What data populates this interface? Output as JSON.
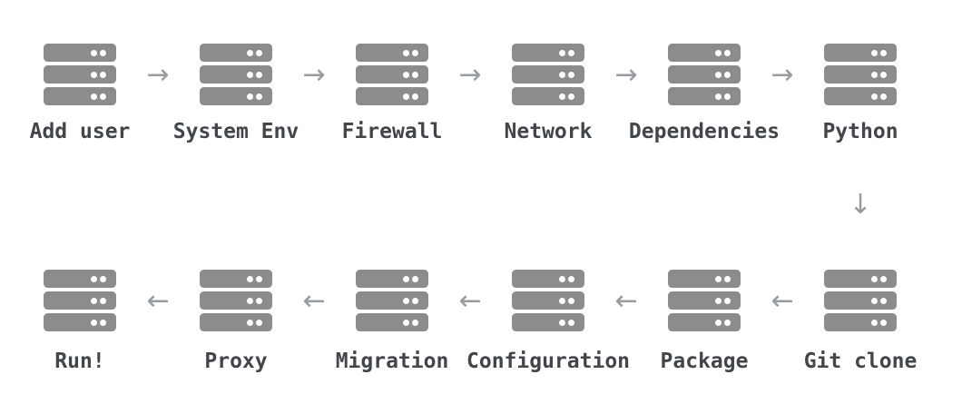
{
  "diagram": {
    "connector_glyph": "↓",
    "rows": [
      {
        "direction": "right",
        "arrow_glyph": "→",
        "nodes": [
          {
            "label": "Add user"
          },
          {
            "label": "System Env"
          },
          {
            "label": "Firewall"
          },
          {
            "label": "Network"
          },
          {
            "label": "Dependencies"
          },
          {
            "label": "Python"
          }
        ]
      },
      {
        "direction": "left",
        "arrow_glyph": "←",
        "nodes": [
          {
            "label": "Run!"
          },
          {
            "label": "Proxy"
          },
          {
            "label": "Migration"
          },
          {
            "label": "Configuration"
          },
          {
            "label": "Package"
          },
          {
            "label": "Git clone"
          }
        ]
      }
    ]
  },
  "icons": {
    "node_icon": "server-stack-icon",
    "row1_arrow_icon": "arrow-right-icon",
    "row2_arrow_icon": "arrow-left-icon",
    "connector_icon": "arrow-down-icon"
  },
  "colors": {
    "background": "#ffffff",
    "server_fill": "#8c8c8c",
    "dot_fill": "#ffffff",
    "arrow": "#979ca1",
    "label_text": "#42464a"
  }
}
